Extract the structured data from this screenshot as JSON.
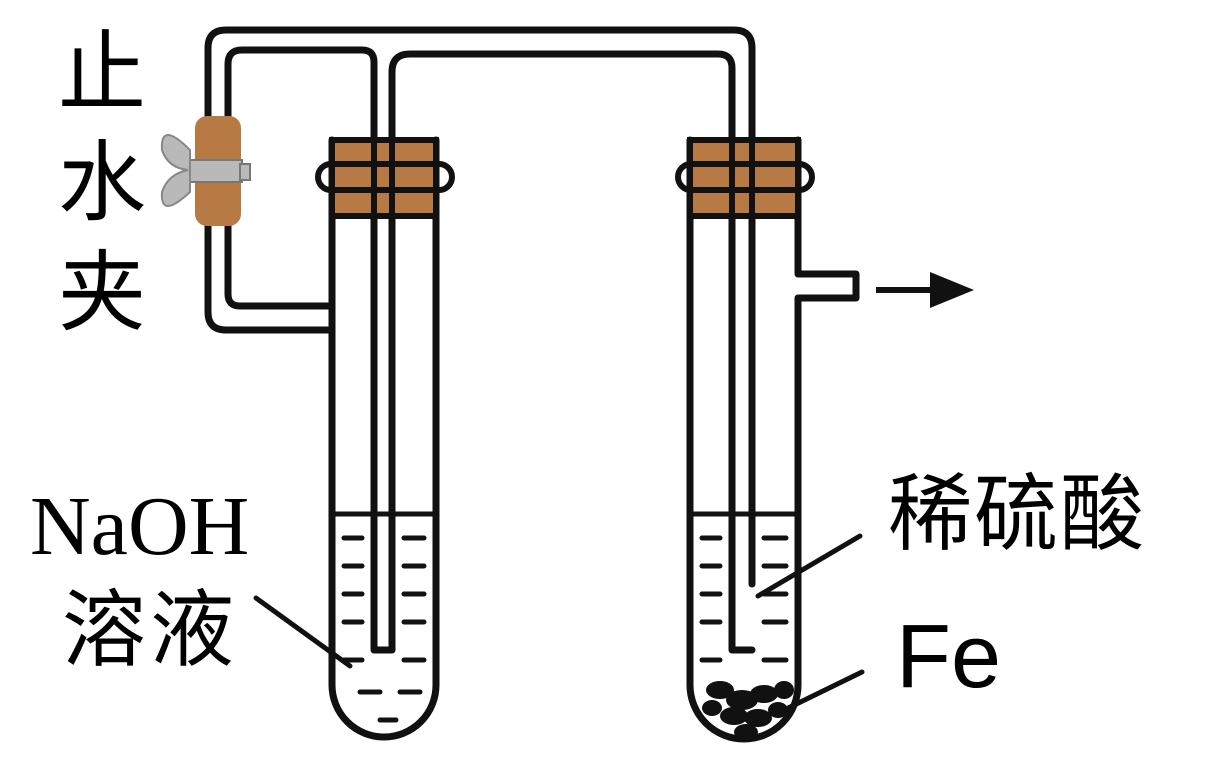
{
  "labels": {
    "clamp": [
      "止",
      "水",
      "夹"
    ],
    "naoh_formula": "NaOH",
    "naoh_solution": "溶液",
    "acid": "稀硫酸",
    "iron": "Fe"
  },
  "colors": {
    "outline": "#111111",
    "stopper": "#b87a45",
    "clamp_screw": "#b9b9b9",
    "liquid_dash": "#111111"
  },
  "icons": {
    "clamp": "wing-nut-clamp-icon",
    "arrow": "arrow-right-icon"
  }
}
